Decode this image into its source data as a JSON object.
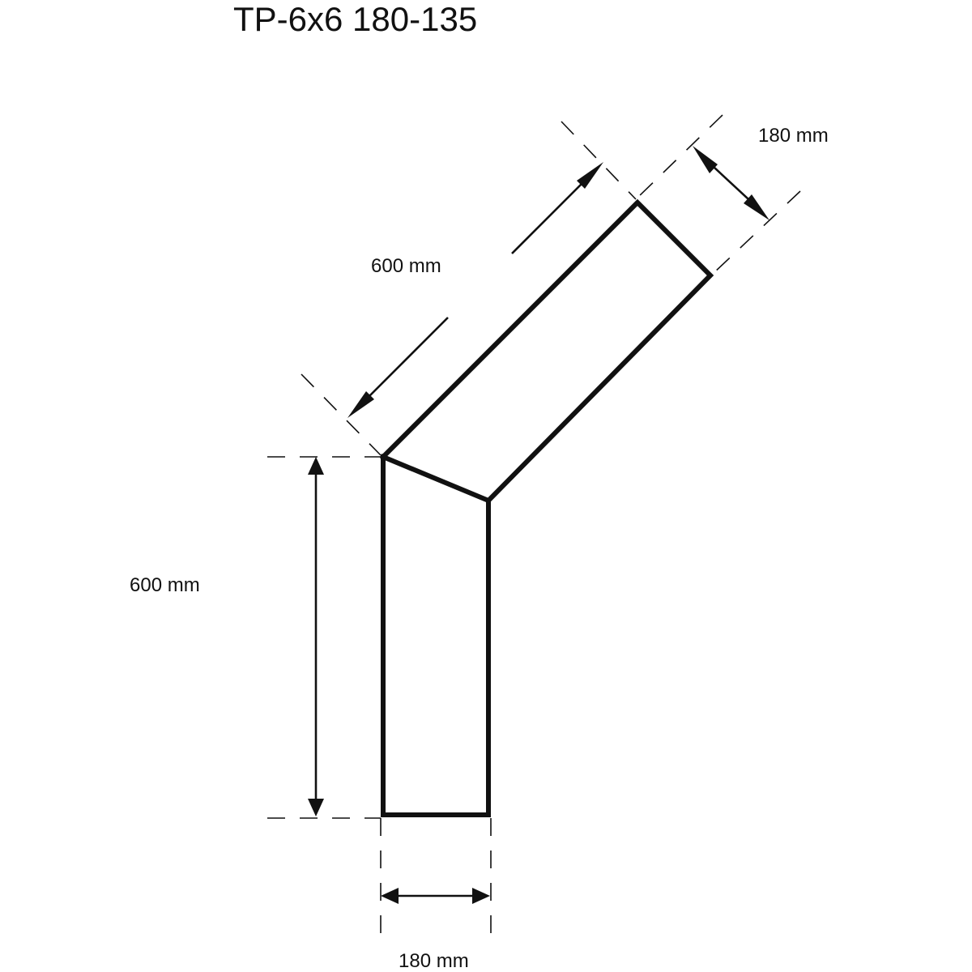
{
  "title": "TP-6x6 180-135",
  "dimensions": {
    "angled_length": "600 mm",
    "angled_width": "180 mm",
    "vertical_length": "600 mm",
    "bottom_width": "180 mm"
  }
}
